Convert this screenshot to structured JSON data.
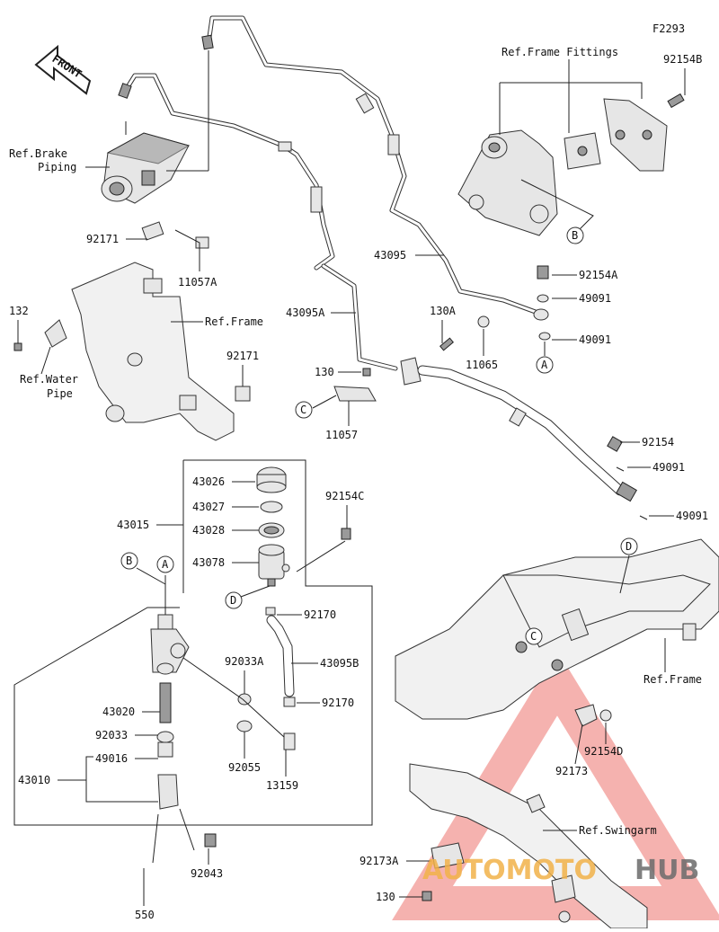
{
  "diagram_id": "F2293",
  "front_label": "FRONT",
  "watermark": {
    "text_a": "AUTOMOTO",
    "text_b": "HUB",
    "color_a": "#f2b24a",
    "color_b": "#6b6b6b",
    "logo_color": "#e8453c"
  },
  "labels": {
    "ref_brake_piping_1": "Ref.Brake",
    "ref_brake_piping_2": "Piping",
    "ref_frame_fittings": "Ref.Frame Fittings",
    "ref_frame_1": "Ref.Frame",
    "ref_frame_2": "Ref.Frame",
    "ref_water_pipe_1": "Ref.Water",
    "ref_water_pipe_2": "Pipe",
    "ref_swingarm": "Ref.Swingarm"
  },
  "parts": {
    "p92154B": "92154B",
    "p92171a": "92171",
    "p11057A": "11057A",
    "p132": "132",
    "p92171b": "92171",
    "p43095": "43095",
    "p43095A": "43095A",
    "p92154A": "92154A",
    "p49091a": "49091",
    "p49091b": "49091",
    "p130A": "130A",
    "p11065": "11065",
    "p130a": "130",
    "p11057": "11057",
    "p92154": "92154",
    "p49091c": "49091",
    "p49091d": "49091",
    "p43026": "43026",
    "p43027": "43027",
    "p43028": "43028",
    "p43015": "43015",
    "p92154C": "92154C",
    "p43078": "43078",
    "p92170a": "92170",
    "p43095B": "43095B",
    "p92033A": "92033A",
    "p92170b": "92170",
    "p43020": "43020",
    "p92033": "92033",
    "p49016": "49016",
    "p43010": "43010",
    "p92055": "92055",
    "p13159": "13159",
    "p92154D": "92154D",
    "p92173": "92173",
    "p92173A": "92173A",
    "p130b": "130",
    "p92043": "92043",
    "p550": "550"
  },
  "markers": {
    "B1": "B",
    "A1": "A",
    "C1": "C",
    "D1": "D",
    "B2": "B",
    "A2": "A",
    "D2": "D",
    "C2": "C"
  }
}
